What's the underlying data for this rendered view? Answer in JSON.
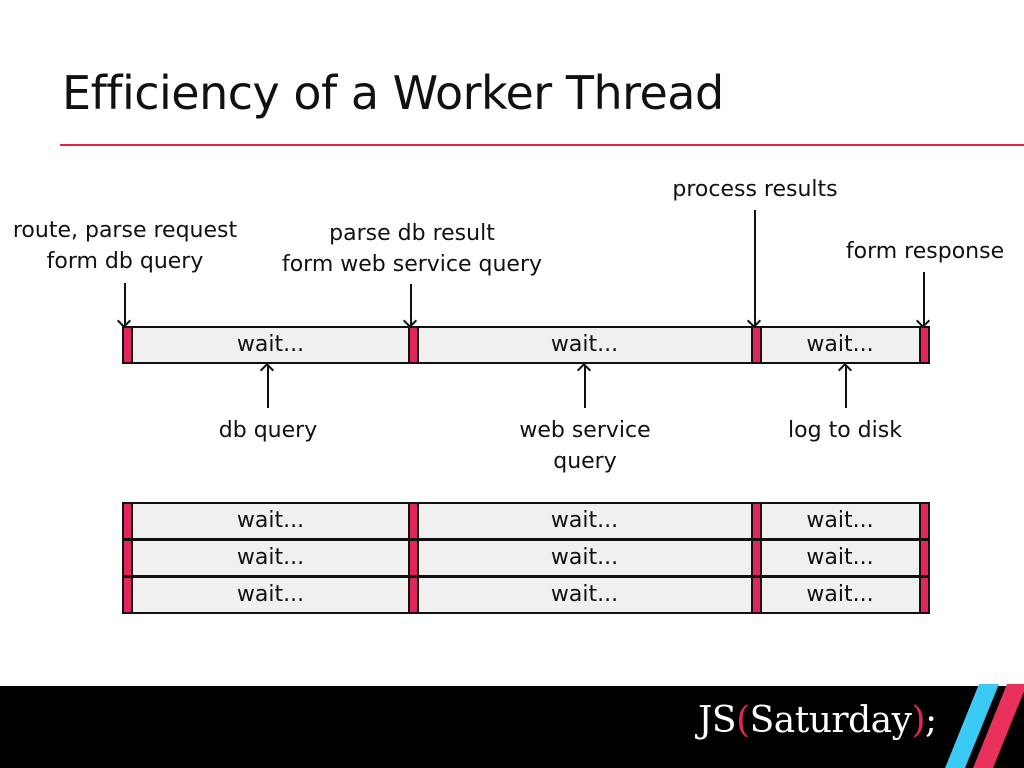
{
  "slide": {
    "title": "Efficiency of a Worker Thread"
  },
  "top_labels": {
    "route": [
      "route, parse request",
      "form db query"
    ],
    "parse_db": [
      "parse db result",
      "form web service query"
    ],
    "process": "process results",
    "form_response": "form response"
  },
  "bottom_labels": {
    "db_query": "db query",
    "web_service": [
      "web service",
      "query"
    ],
    "log": "log to disk"
  },
  "single_timeline": {
    "segments": [
      "wait...",
      "wait...",
      "wait..."
    ]
  },
  "stacked_timelines": {
    "rows": [
      [
        "wait...",
        "wait...",
        "wait..."
      ],
      [
        "wait...",
        "wait...",
        "wait..."
      ],
      [
        "wait...",
        "wait...",
        "wait..."
      ]
    ]
  },
  "footer": {
    "logo_prefix": "JS",
    "logo_open": "(",
    "logo_word": "Saturday",
    "logo_close": ")",
    "logo_suffix": ";"
  },
  "colors": {
    "accent": "#e0265a",
    "rule": "#e0263f",
    "stripe_blue": "#3bc9f5",
    "stripe_red": "#e8315b",
    "bar_fill": "#f0f0f0"
  }
}
